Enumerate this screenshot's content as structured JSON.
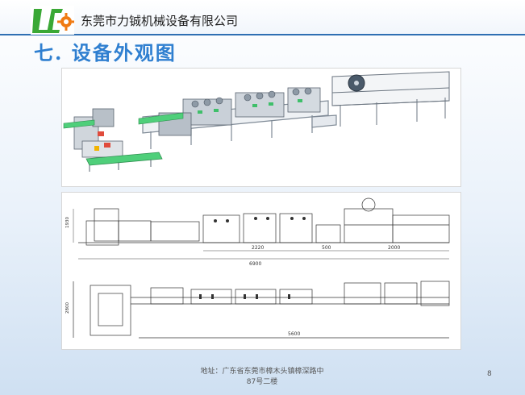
{
  "header": {
    "company_name": "东莞市力铖机械设备有限公司",
    "logo_text": "LC"
  },
  "slide": {
    "title": "七. 设备外观图"
  },
  "drawing": {
    "dims_side": [
      "2220",
      "500",
      "2000",
      "6900"
    ],
    "height_side": "1930",
    "dim_top": "5600",
    "height_top": "2800"
  },
  "footer": {
    "address_line1": "地址：广东省东莞市樟木头镇樟深路中",
    "address_line2": "87号二楼",
    "page_number": "8"
  },
  "colors": {
    "title_blue": "#2f7fd0",
    "logo_green": "#3aa835",
    "logo_orange": "#f07a12",
    "conveyor_green": "#4fcf7a"
  }
}
